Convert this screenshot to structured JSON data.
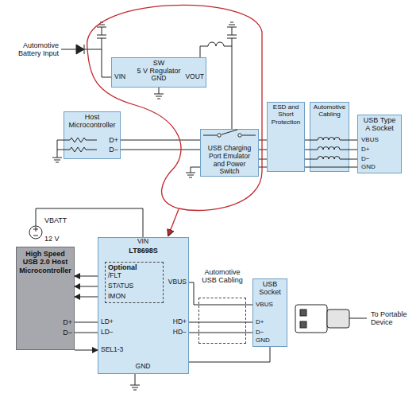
{
  "diagram": {
    "nodes": [
      {
        "text": [
          "SW",
          "5 V Regulator"
        ]
      },
      {
        "text": [
          "Host Microcontroller"
        ]
      },
      {
        "text": [
          "USB Charging Port Emulator and Power Switch"
        ]
      },
      {
        "text": [
          "ESD and Short Protection"
        ]
      },
      {
        "text": [
          "Automotive Cabling"
        ]
      },
      {
        "text": [
          "USB Type A Socket"
        ]
      },
      {
        "text": [
          "High Speed USB 2.0 Host Microcontroller"
        ]
      },
      {
        "text": [
          "LT8698S"
        ]
      },
      {
        "text": [
          "Optional"
        ],
        "in": 7
      },
      {
        "text": [
          "Automotive USB Cabling"
        ]
      },
      {
        "text": [
          "USB Socket"
        ]
      }
    ],
    "edges": [
      {
        "from": 0,
        "to": 2,
        "arrow": "none"
      },
      {
        "from": 1,
        "to": 2,
        "arrow": "none"
      },
      {
        "from": 1,
        "to": 2,
        "arrow": "none"
      },
      {
        "from": 2,
        "to": 3,
        "arrow": "none"
      },
      {
        "from": 2,
        "to": 3,
        "arrow": "none"
      },
      {
        "from": 2,
        "to": 3,
        "arrow": "none"
      },
      {
        "from": 2,
        "to": 3,
        "arrow": "none"
      },
      {
        "from": 3,
        "to": 4,
        "arrow": "none"
      },
      {
        "from": 3,
        "to": 4,
        "arrow": "none"
      },
      {
        "from": 3,
        "to": 4,
        "arrow": "none"
      },
      {
        "from": 3,
        "to": 4,
        "arrow": "none"
      },
      {
        "from": 4,
        "to": 5,
        "arrow": "none"
      },
      {
        "from": 4,
        "to": 5,
        "arrow": "none"
      },
      {
        "from": 4,
        "to": 5,
        "arrow": "none"
      },
      {
        "from": 4,
        "to": 5,
        "arrow": "none"
      },
      {
        "from": 8,
        "to": 6,
        "arrow": "to"
      },
      {
        "from": 8,
        "to": 6,
        "arrow": "to"
      },
      {
        "from": 8,
        "to": 6,
        "arrow": "to"
      },
      {
        "from": 6,
        "to": 7,
        "arrow": "none"
      },
      {
        "from": 6,
        "to": 7,
        "arrow": "none"
      },
      {
        "from": 6,
        "to": 7,
        "arrow": "to"
      },
      {
        "from": 7,
        "to": 10,
        "arrow": "none"
      },
      {
        "from": 7,
        "to": 10,
        "arrow": "none"
      },
      {
        "from": 7,
        "to": 10,
        "arrow": "none"
      },
      {
        "from": 7,
        "to": 10,
        "arrow": "none"
      }
    ],
    "labels": [
      "Automotive Battery Input",
      "VIN",
      "VOUT",
      "GND",
      "D+",
      "D−",
      "VBUS",
      "D+",
      "D−",
      "GND",
      "VBATT",
      "12 V",
      "VIN",
      "/FLT",
      "STATUS",
      "IMON",
      "LD+",
      "LD−",
      "SEL1-3",
      "VBUS",
      "HD+",
      "HD−",
      "GND",
      "D+",
      "D−",
      "VBUS",
      "D+",
      "D−",
      "GND",
      "To Portable Device"
    ]
  }
}
